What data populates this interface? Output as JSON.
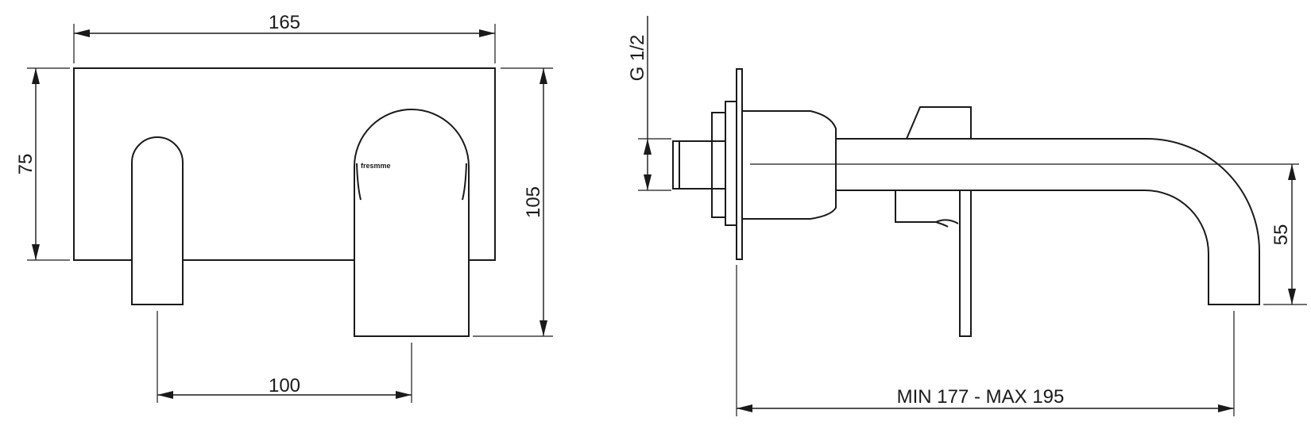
{
  "front_view": {
    "dims": {
      "plate_width": "165",
      "plate_height": "75",
      "total_height": "105",
      "centers": "100"
    },
    "brand_mark": "fresmme"
  },
  "side_view": {
    "dims": {
      "thread": "G 1/2",
      "spout_height": "55",
      "projection": "MIN 177 - MAX 195"
    }
  },
  "colors": {
    "line": "#1a1a1a",
    "background": "#ffffff"
  }
}
